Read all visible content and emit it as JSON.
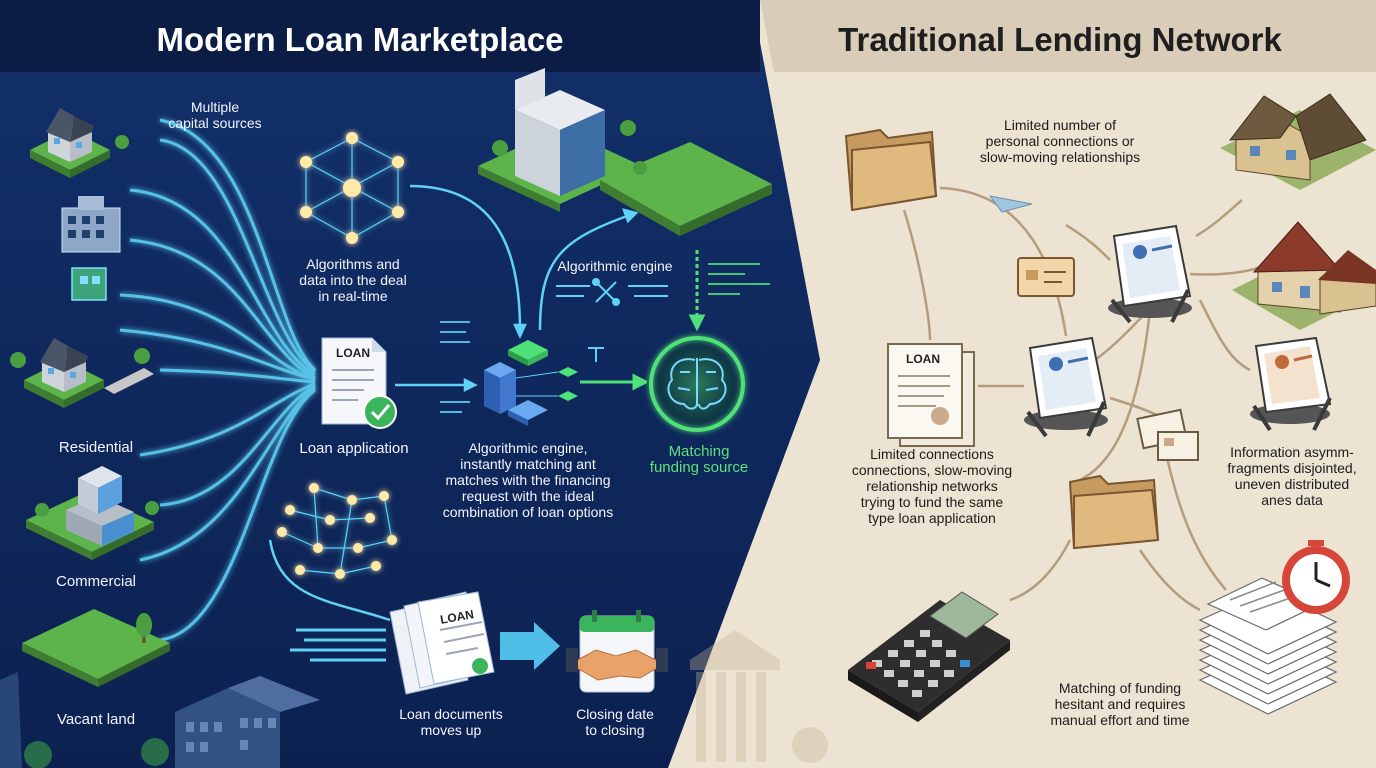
{
  "left": {
    "title": "Modern Loan Marketplace",
    "capital_sources": "Multiple\ncapital sources",
    "algorithms": "Algorithms and\ndata into the deal\nin real-time",
    "algorithmic_engine_label": "Algorithmic engine",
    "engine_description": "Algorithmic engine,\ninstantly matching ant\nmatches with the financing\nrequest with the ideal\ncombination of loan options",
    "matching_source": "Matching\nfunding source",
    "loan_application": "Loan application",
    "loan_doc_tag": "LOAN",
    "residential": "Residential",
    "commercial": "Commercial",
    "vacant_land": "Vacant land",
    "loan_documents": "Loan documents\nmoves up",
    "closing": "Closing date\nto closing"
  },
  "right": {
    "title": "Traditional Lending Network",
    "limited_number": "Limited number of\npersonal connections or\nslow-moving relationships",
    "limited_connections": "Limited connections\nconnections, slow-moving\nrelationship networks\ntrying to fund the same\ntype loan application",
    "information": "Information asymm-\nfragments disjointed,\nuneven distributed\nanes data",
    "matching_funding": "Matching of funding\nhesitant and requires\nmanual effort and time",
    "loan_doc_tag": "LOAN"
  },
  "colors": {
    "left_bg": "#10285c",
    "left_header": "#0b1d45",
    "right_bg": "#ece3d3",
    "right_header": "#d9cdb9",
    "flow_cyan": "#5fd2f5",
    "match_green": "#4fe07a",
    "path_brown": "#b49c7c"
  }
}
